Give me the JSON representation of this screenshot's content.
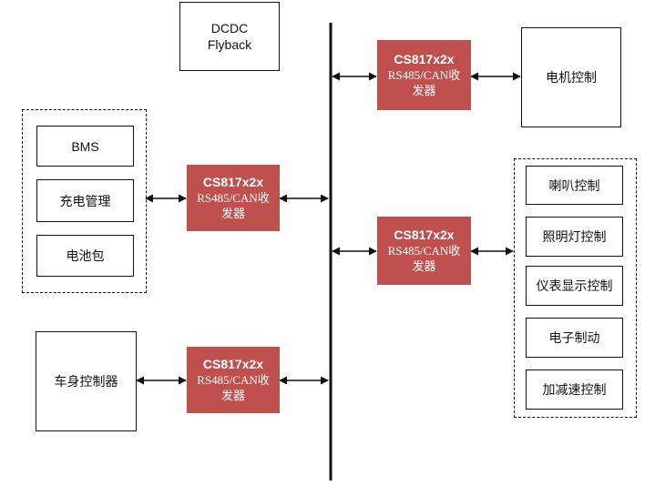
{
  "dcdc": {
    "label": "DCDC\nFlyback"
  },
  "transceiver": {
    "title": "CS817x2x",
    "subtitle": "RS485/CAN收\n发器"
  },
  "motor": {
    "label": "电机控制"
  },
  "battery_group": {
    "items": [
      "BMS",
      "充电管理",
      "电池包"
    ]
  },
  "body_group": {
    "items": [
      "喇叭控制",
      "照明灯控制",
      "仪表显示控制",
      "电子制动",
      "加减速控制"
    ]
  },
  "body_controller": {
    "label": "车身控制器"
  },
  "colors": {
    "transceiver": "#c0504d",
    "line": "#111111"
  }
}
